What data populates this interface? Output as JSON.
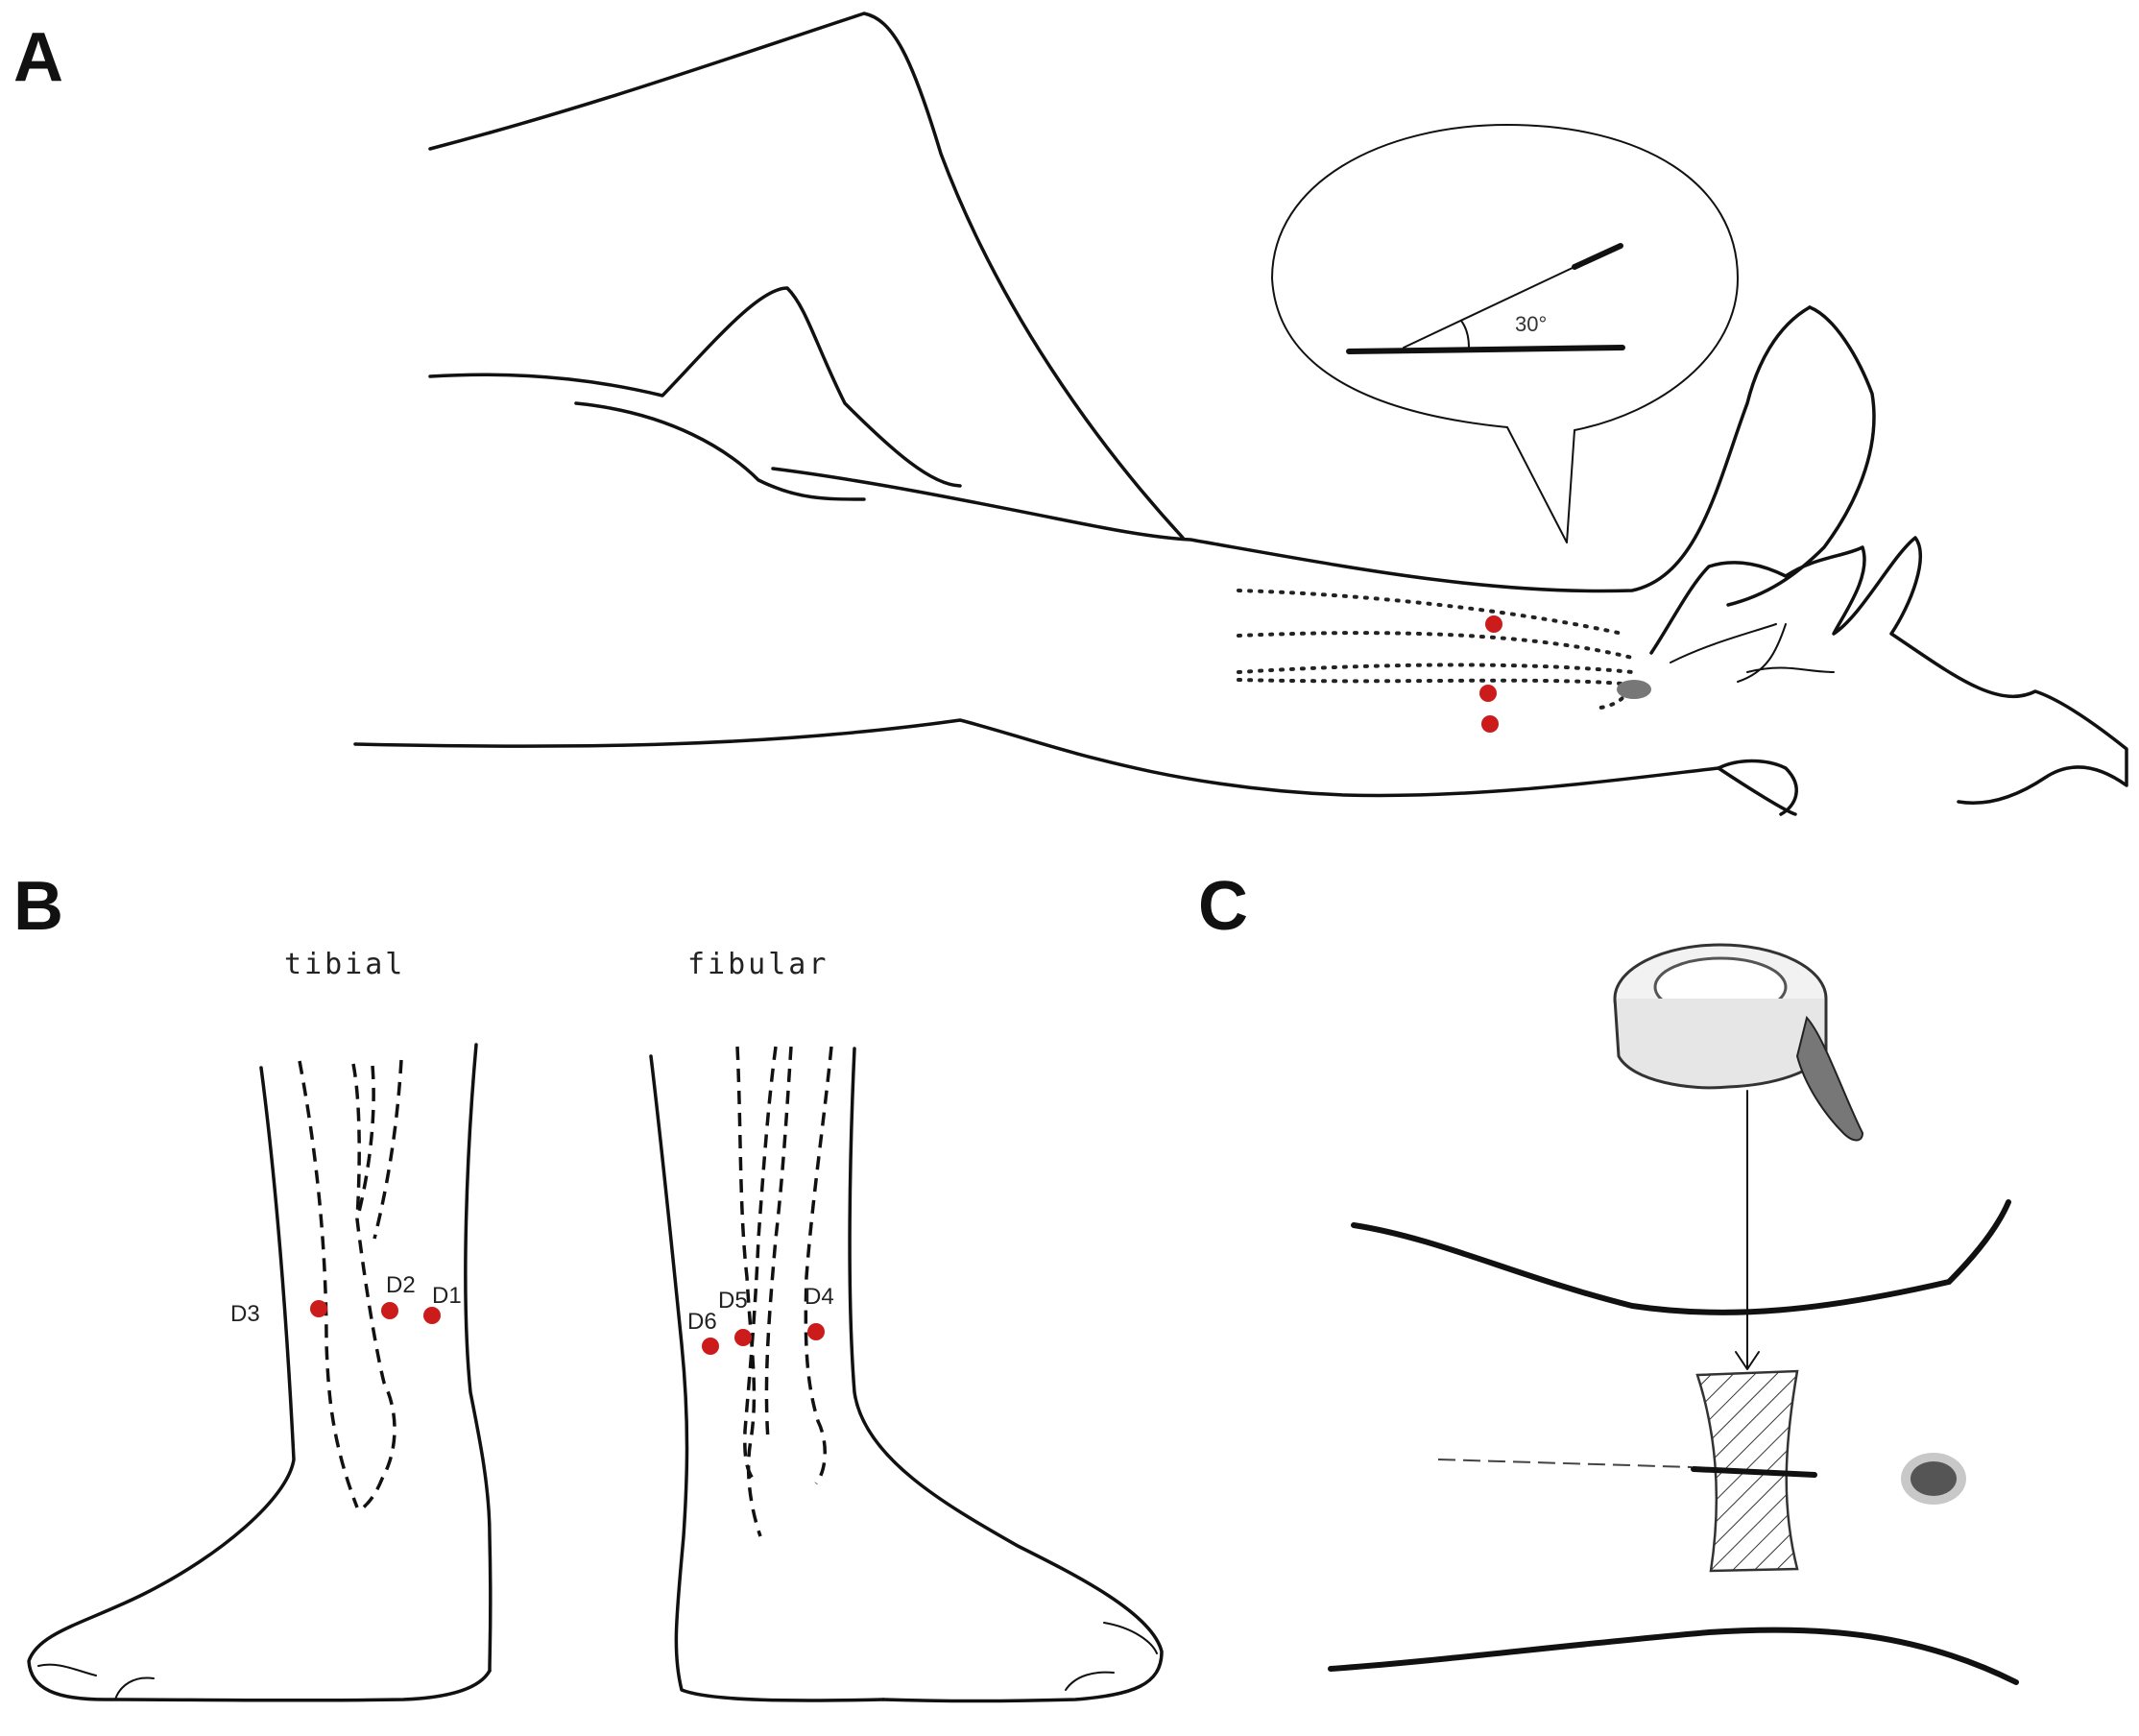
{
  "panels": {
    "a": {
      "letter": "A",
      "angle_label": "30°"
    },
    "b": {
      "letter": "B",
      "tibial_label": "tibial",
      "fibular_label": "fibular",
      "points": [
        "D1",
        "D2",
        "D3",
        "D4",
        "D5",
        "D6"
      ]
    },
    "c": {
      "letter": "C"
    }
  },
  "colors": {
    "injection_point": "#cc1b1b",
    "line": "#111111"
  }
}
